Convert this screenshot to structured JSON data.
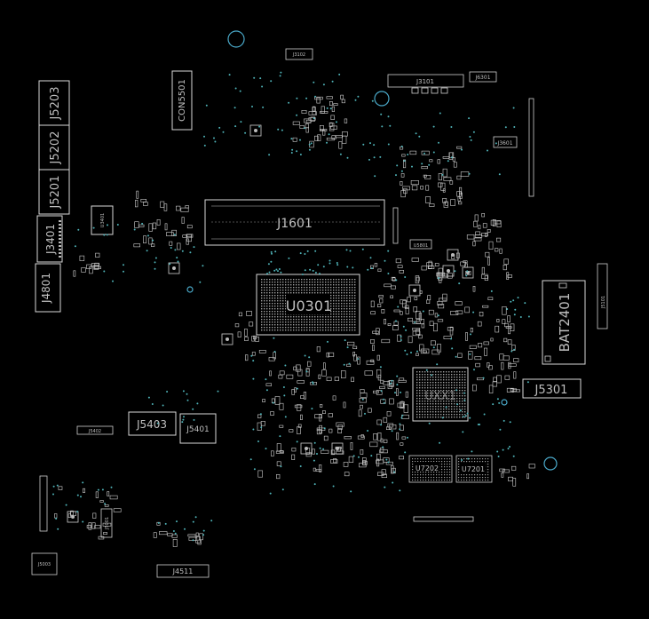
{
  "diagram": {
    "background": "#000000",
    "stroke_color": "#d9d9d9",
    "via_color": "#4fb3b8",
    "fiducial_color": "#4aa9c9",
    "components": {
      "J5203": "J5203",
      "J5202": "J5202",
      "J5201": "J5201",
      "J3401": "J3401",
      "J4801": "J4801",
      "CON5501": "CON5501",
      "J3102": "J3102",
      "J3101": "J3101",
      "J6301": "J6301",
      "J3601": "J3601",
      "J1601": "J1601",
      "U3401": "U3401",
      "U0301": "U0301",
      "U5801": "U5801",
      "BAT2401": "BAT2401",
      "J5101": "J5101",
      "J5301": "J5301",
      "UXX1": "UXX1",
      "J5403": "J5403",
      "J5401": "J5401",
      "J5402": "J5402",
      "U7202": "U7202",
      "U7201": "U7201",
      "J5003": "J5003",
      "J4511": "J4511",
      "J5001": "J5001"
    }
  }
}
